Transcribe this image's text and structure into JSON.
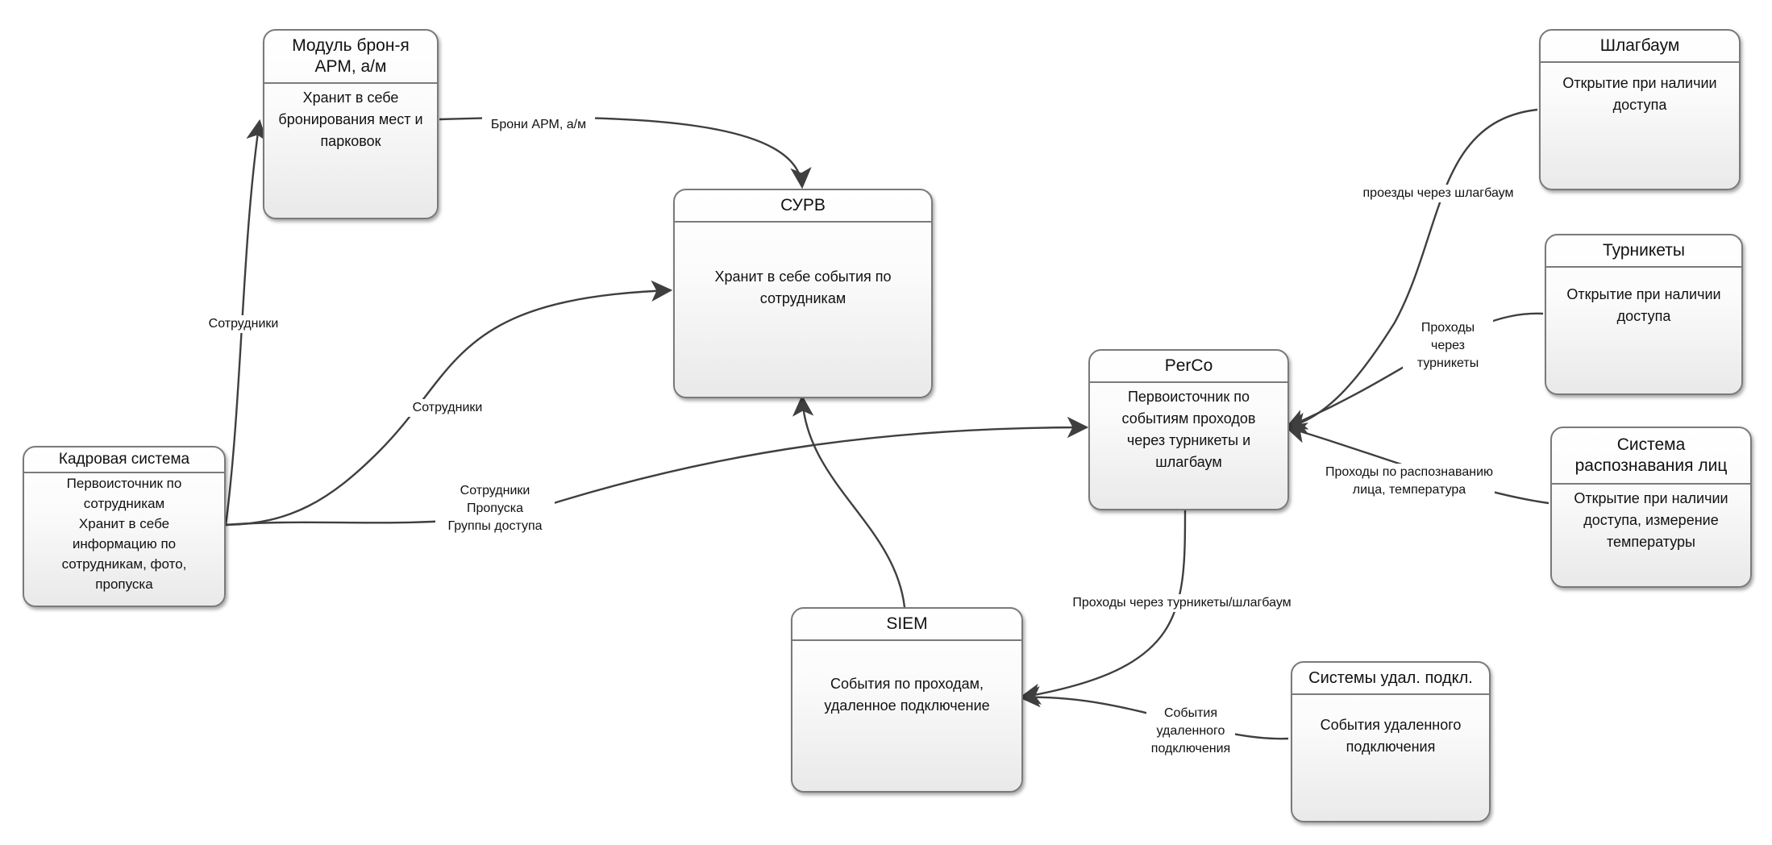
{
  "nodes": {
    "booking": {
      "title": "Модуль брон-я\nАРМ, а/м",
      "body": "Хранит в себе\nбронирования мест и\nпарковок"
    },
    "surv": {
      "title": "СУРВ",
      "body": "Хранит в себе события по\nсотрудникам"
    },
    "hr": {
      "title": "Кадровая система",
      "body": "Первоисточник по\nсотрудникам\nХранит в себе\nинформацию по\nсотрудникам, фото,\nпропуска"
    },
    "perco": {
      "title": "PerCo",
      "body": "Первоисточник по\nсобытиям проходов\nчерез турникеты и\nшлагбаум"
    },
    "barrier": {
      "title": "Шлагбаум",
      "body": "Открытие при наличии\nдоступа"
    },
    "turnstiles": {
      "title": "Турникеты",
      "body": "Открытие при наличии\nдоступа"
    },
    "face": {
      "title": "Система\nраспознавания лиц",
      "body": "Открытие при наличии\nдоступа, измерение\nтемпературы"
    },
    "siem": {
      "title": "SIEM",
      "body": "События по проходам,\nудаленное подключение"
    },
    "remote": {
      "title": "Системы удал. подкл.",
      "body": "События удаленного\nподключения"
    }
  },
  "edges": {
    "hr_booking": "Сотрудники",
    "hr_surv": "Сотрудники",
    "hr_perco": "Сотрудники\nПропуска\nГруппы доступа",
    "booking_surv": "Брони АРМ, а/м",
    "barrier_perco": "проезды через шлагбаум",
    "turnstiles_perco": "Проходы через\nтурникеты",
    "face_perco": "Проходы по распознаванию\nлица, температура",
    "perco_siem": "Проходы через турникеты/шлагбаум",
    "remote_siem": "События\nудаленного\nподключения"
  },
  "colors": {
    "line": "#3f3f3f",
    "border": "#7a7a7a"
  }
}
